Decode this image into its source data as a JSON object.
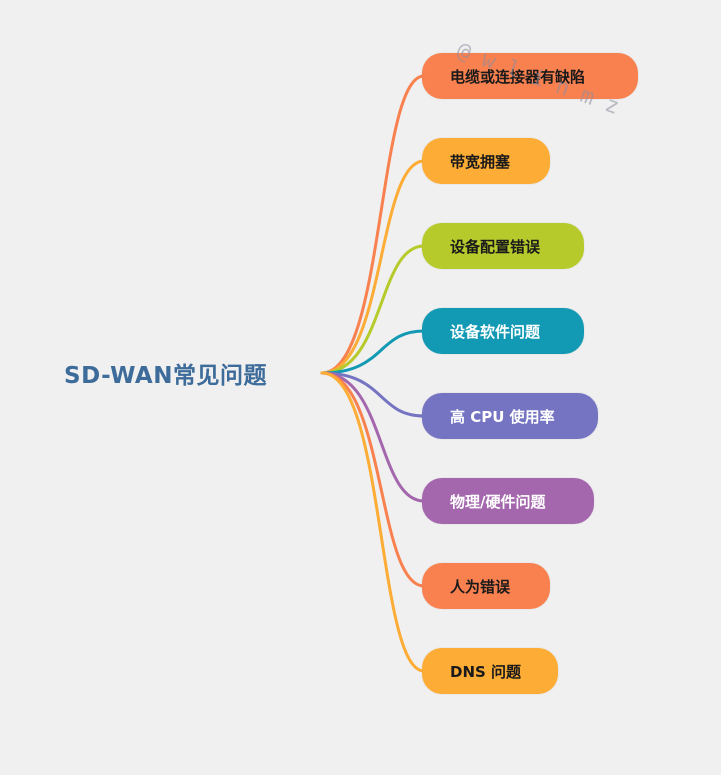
{
  "root": {
    "title": "SD-WAN常见问题"
  },
  "branches": [
    {
      "label": "电缆或连接器有缺陷",
      "color": "#f9804f",
      "text": "dark"
    },
    {
      "label": "带宽拥塞",
      "color": "#fdac35",
      "text": "dark"
    },
    {
      "label": "设备配置错误",
      "color": "#b6cb2b",
      "text": "dark"
    },
    {
      "label": "设备软件问题",
      "color": "#1299b3",
      "text": "light"
    },
    {
      "label": "高 CPU 使用率",
      "color": "#7474c2",
      "text": "light"
    },
    {
      "label": "物理/硬件问题",
      "color": "#a467ad",
      "text": "light"
    },
    {
      "label": "人为错误",
      "color": "#f9804f",
      "text": "dark"
    },
    {
      "label": "DNS 问题",
      "color": "#fdac35",
      "text": "dark"
    }
  ],
  "watermark": "@wlinmz"
}
